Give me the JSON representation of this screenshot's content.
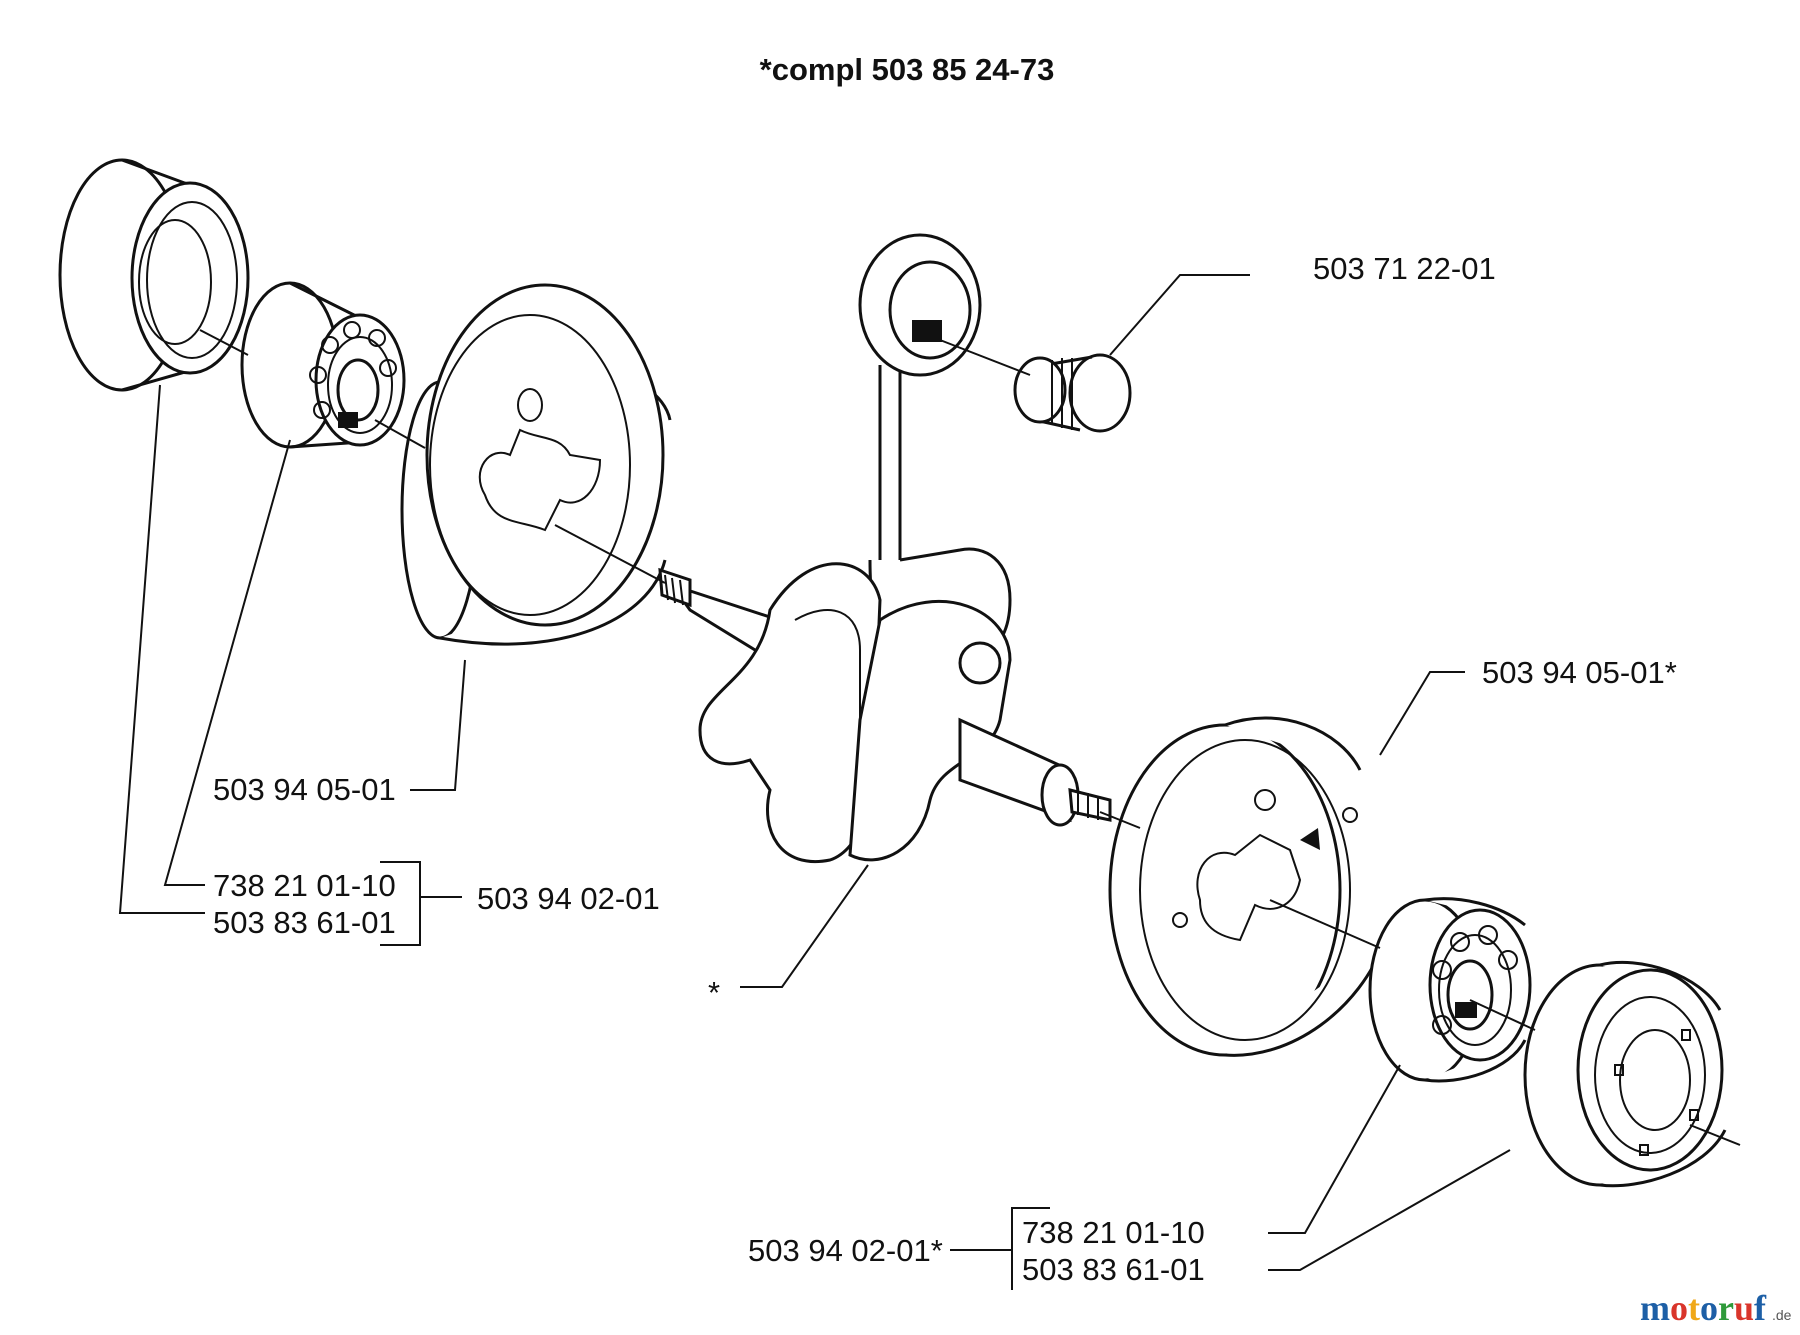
{
  "title": "*compl 503 85 24-73",
  "labels": {
    "conrod_bearing": "503 71 22-01",
    "bearing_housing_right": "503 94 05-01*",
    "bearing_housing_left": "503 94 05-01",
    "bearing_left": "738 21 01-10",
    "seal_left": "503 83 61-01",
    "kit_left": "503 94 02-01",
    "crankshaft": "*",
    "kit_right": "503 94 02-01*",
    "bearing_right": "738 21 01-10",
    "seal_right": "503 83 61-01"
  },
  "watermark": {
    "text": "motoruf",
    "suffix": ".de",
    "letter_colors": [
      "#1d5fa6",
      "#d9352b",
      "#f0a818",
      "#1d5fa6",
      "#2f9a3a",
      "#d9352b",
      "#1d5fa6"
    ]
  }
}
